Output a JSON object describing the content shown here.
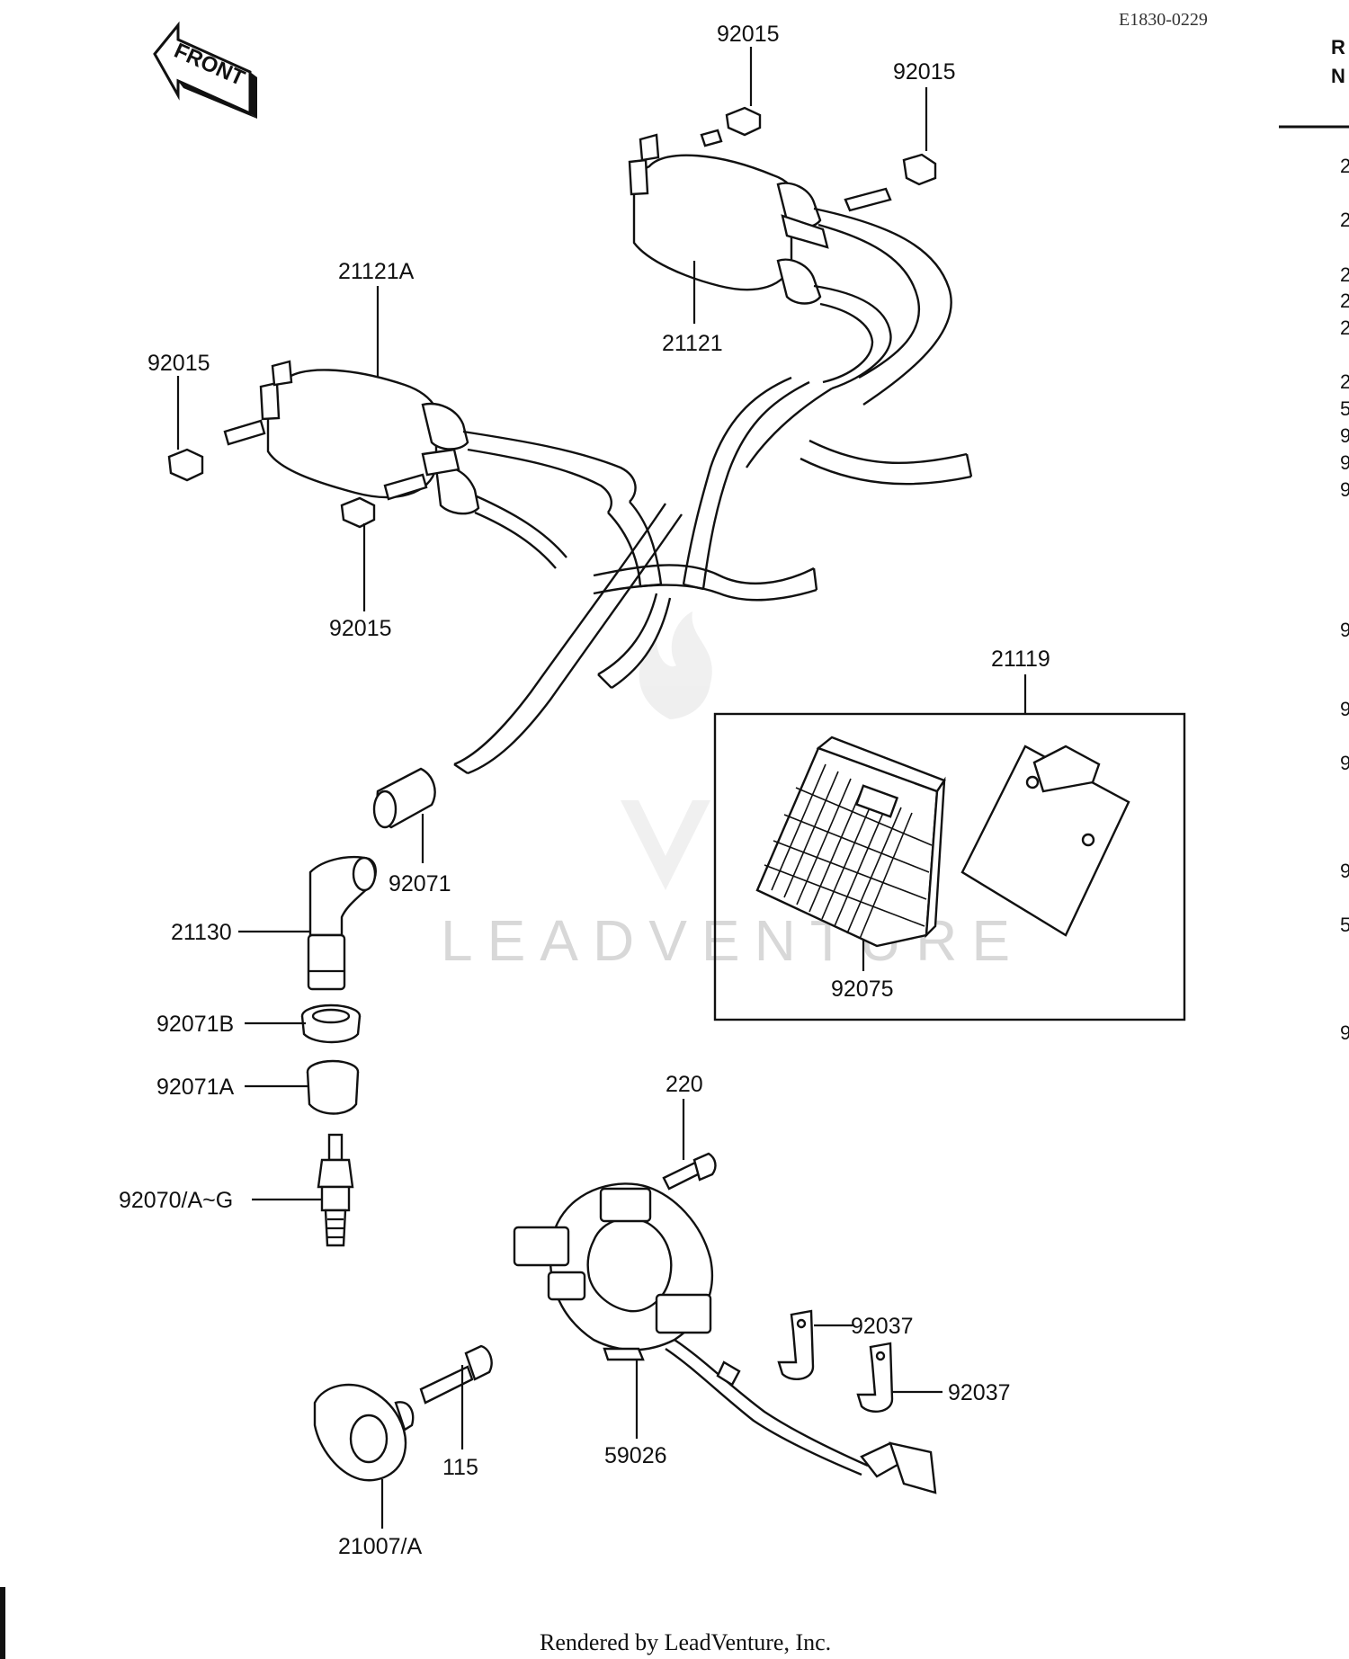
{
  "diagram": {
    "drawing_code": "E1830-0229",
    "watermark": "LEADVENTURE",
    "front_arrow_label": "FRONT",
    "footer": "Rendered by LeadVenture, Inc.",
    "side_header_fragment": [
      "R",
      "N"
    ],
    "side_column_fragments": [
      "2",
      "2",
      "2",
      "2",
      "2",
      "2",
      "5",
      "9",
      "9",
      "9",
      "9",
      "9",
      "9",
      "9",
      "5",
      "9"
    ],
    "labels": {
      "p92015_top": "92015",
      "p92015_right": "92015",
      "p21121A": "21121A",
      "p92015_left": "92015",
      "p21121": "21121",
      "p92015_bottom": "92015",
      "p21119": "21119",
      "p92071": "92071",
      "p21130": "21130",
      "p92075": "92075",
      "p92071B": "92071B",
      "p92071A": "92071A",
      "p220": "220",
      "p92070": "92070/A~G",
      "p92037_a": "92037",
      "p92037_b": "92037",
      "p115": "115",
      "p59026": "59026",
      "p21007": "21007/A"
    }
  }
}
